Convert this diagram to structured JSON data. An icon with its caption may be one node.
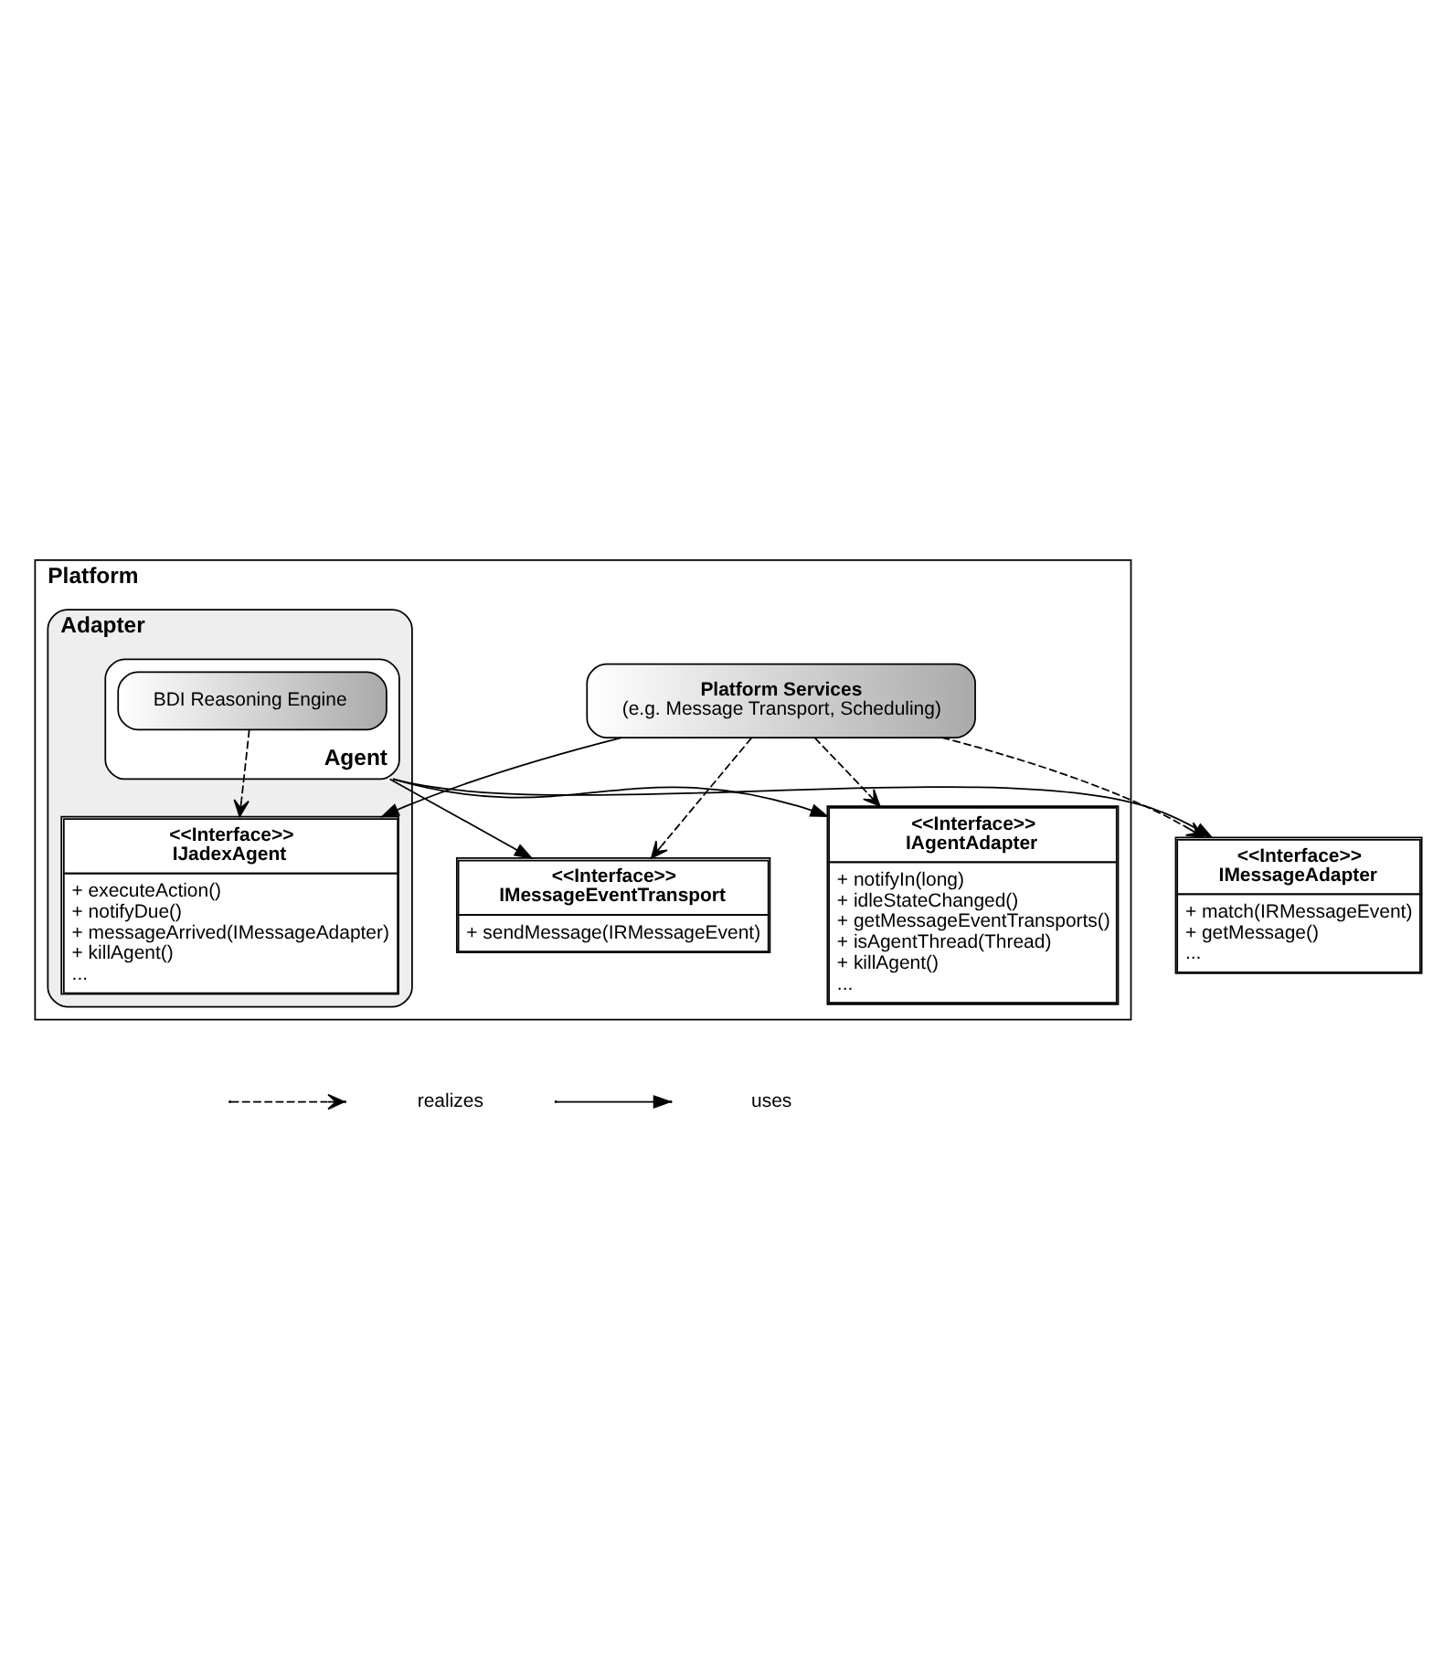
{
  "diagram": {
    "nodes": [
      {
        "text": [
          "Platform"
        ]
      },
      {
        "text": [
          "Platform Services",
          "(e.g. Message Transport, Scheduling)"
        ],
        "in": 0
      },
      {
        "text": [
          "<<Interface>>",
          "IMessageEventTransport",
          "+ sendMessage(IRMessageEvent)"
        ],
        "in": 0
      },
      {
        "text": [
          "<<Interface>>",
          "IMessageAdapter",
          "+ match(IRMessageEvent)",
          "+ getMessage()",
          "..."
        ]
      },
      {
        "text": [
          "Adapter"
        ],
        "in": 0
      },
      {
        "text": [
          "<<Interface>>",
          "IAgentAdapter",
          "+ notifyIn(long)",
          "+ idleStateChanged()",
          "+ getMessageEventTransports()",
          "+ isAgentThread(Thread)",
          "+ killAgent()",
          "..."
        ],
        "in": 0
      },
      {
        "text": [
          "Agent"
        ],
        "in": 4
      },
      {
        "text": [
          "<<Interface>>",
          "IJadexAgent",
          "+ executeAction()",
          "+ notifyDue()",
          "+ messageArrived(IMessageAdapter)",
          "+ killAgent()",
          "..."
        ],
        "in": 4
      },
      {
        "text": [
          "BDI Reasoning Engine"
        ],
        "in": 6
      }
    ],
    "edges": [
      {
        "from": 1,
        "to": 2,
        "arrow": "to",
        "style": "dashed"
      },
      {
        "from": 1,
        "to": 3,
        "arrow": "to",
        "style": "dashed"
      },
      {
        "from": 1,
        "to": 5,
        "arrow": "to",
        "style": "dashed"
      },
      {
        "from": 1,
        "to": 7,
        "arrow": "to"
      },
      {
        "from": 6,
        "to": 5,
        "arrow": "to"
      },
      {
        "from": 6,
        "to": 2,
        "arrow": "to"
      },
      {
        "from": 6,
        "to": 3,
        "arrow": "to"
      },
      {
        "from": 8,
        "to": 7,
        "arrow": "to",
        "style": "dashed"
      }
    ],
    "legend": [
      {
        "text": "realizes"
      },
      {
        "text": "uses"
      }
    ]
  }
}
